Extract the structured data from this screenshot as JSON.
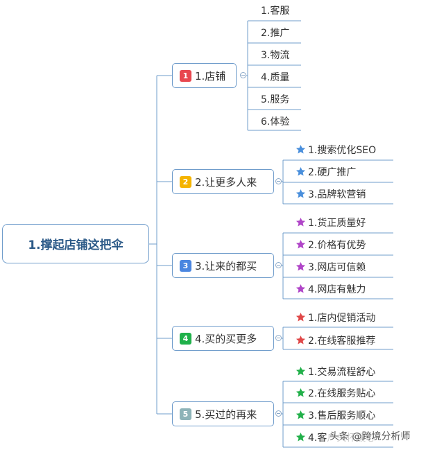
{
  "root": {
    "label": "1.撑起店铺这把伞"
  },
  "colors": {
    "line": "#6f9ccb",
    "text": "#333333",
    "root_text": "#2c5a88"
  },
  "branches": [
    {
      "badge": "1",
      "badge_color": "#e8474f",
      "label": "1.店铺",
      "star_color": null,
      "children": [
        "1.客服",
        "2.推广",
        "3.物流",
        "4.质量",
        "5.服务",
        "6.体验"
      ]
    },
    {
      "badge": "2",
      "badge_color": "#f5b400",
      "label": "2.让更多人来",
      "star_color": "#4a8fdc",
      "children": [
        "1.搜索优化SEO",
        "2.硬广推广",
        "3.品牌软营销"
      ]
    },
    {
      "badge": "3",
      "badge_color": "#4a86e0",
      "label": "3.让来的都买",
      "star_color": "#b045c8",
      "children": [
        "1.货正质量好",
        "2.价格有优势",
        "3.网店可信赖",
        "4.网店有魅力"
      ]
    },
    {
      "badge": "4",
      "badge_color": "#1fb14a",
      "label": "4.买的买更多",
      "star_color": "#e04848",
      "children": [
        "1.店内促销活动",
        "2.在线客服推荐"
      ]
    },
    {
      "badge": "5",
      "badge_color": "#8db3b8",
      "label": "5.买过的再来",
      "star_color": "#22b04a",
      "children": [
        "1.交易流程舒心",
        "2.在线服务贴心",
        "3.售后服务顺心",
        "4.客户关怀暖心"
      ]
    }
  ],
  "watermark": "头条 @跨境分析师"
}
